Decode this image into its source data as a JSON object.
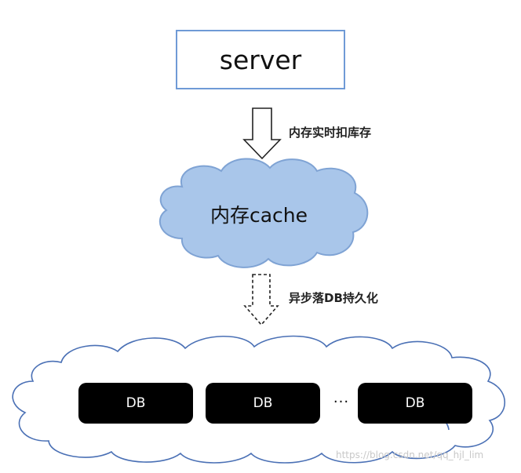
{
  "server": {
    "label": "server"
  },
  "arrow_top": {
    "label": "内存实时扣库存"
  },
  "cache": {
    "label": "内存cache"
  },
  "arrow_bottom": {
    "label": "异步落DB持久化"
  },
  "databases": [
    {
      "label": "DB"
    },
    {
      "label": "DB"
    },
    {
      "label": "DB"
    }
  ],
  "ellipsis": "···",
  "watermark": "https://blog.csdn.net/qq_hjl_lim",
  "colors": {
    "server_border": "#6f9ad6",
    "cache_fill": "#a9c6ea",
    "cache_stroke": "#7fa3d4",
    "cloud_stroke": "#4a70b5",
    "db_fill": "#000000"
  }
}
